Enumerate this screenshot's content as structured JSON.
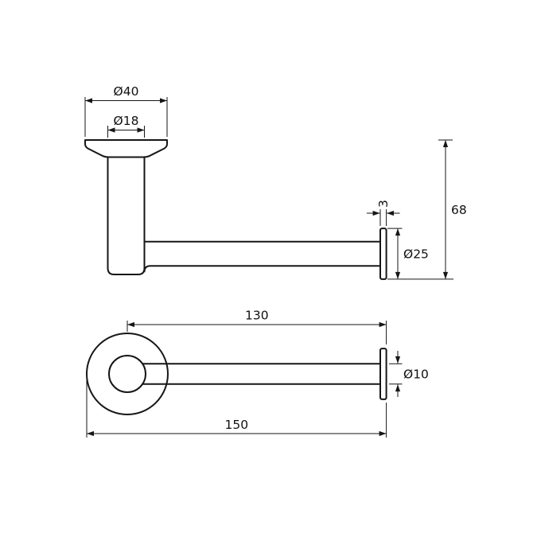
{
  "drawing": {
    "labels": {
      "flange_diameter": "Ø40",
      "stem_diameter": "Ø18",
      "disc_thickness": "3",
      "overall_height": "68",
      "disc_diameter": "Ø25",
      "arm_length": "130",
      "arm_diameter": "Ø10",
      "overall_length": "150"
    },
    "line_color": "#161616",
    "background": "#ffffff"
  }
}
